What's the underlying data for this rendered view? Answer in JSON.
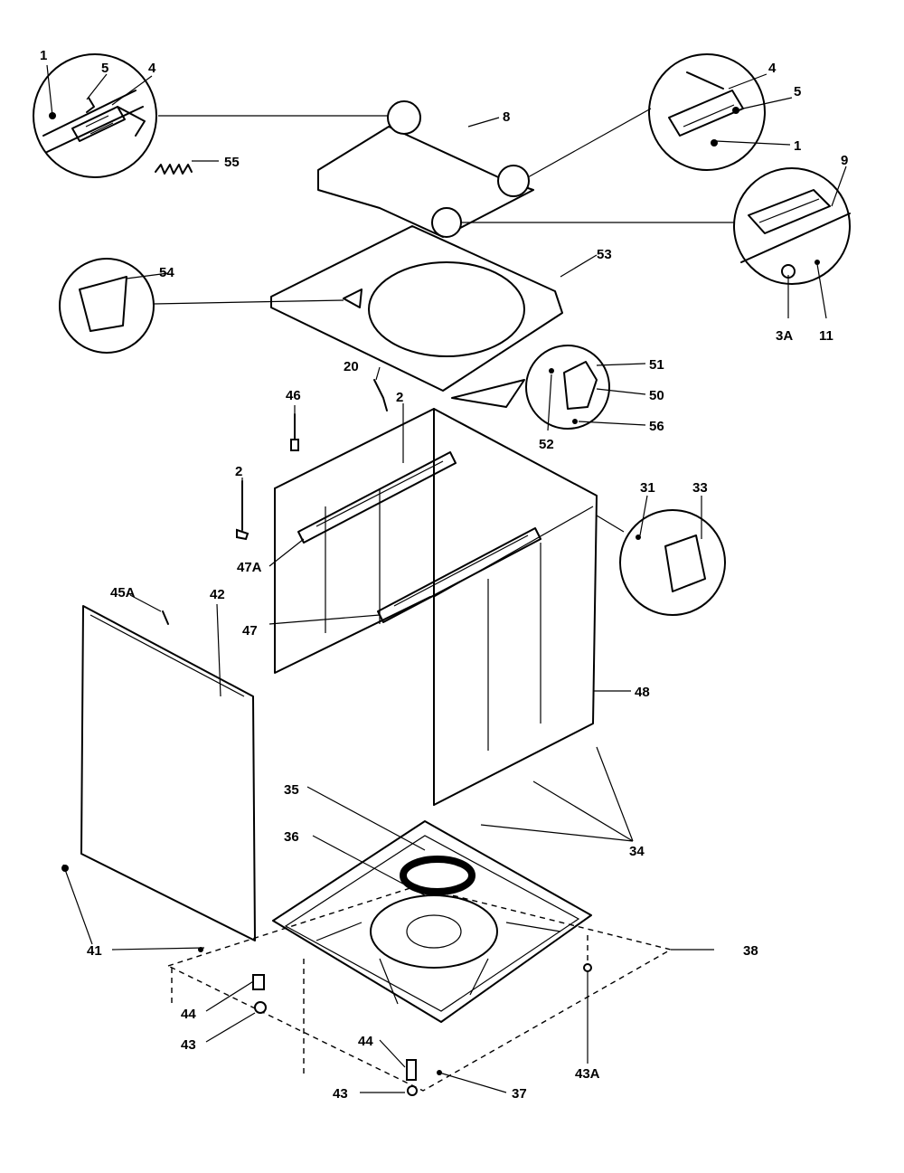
{
  "labels": {
    "l1a": "1",
    "l5a": "5",
    "l4a": "4",
    "l55": "55",
    "l8": "8",
    "l4b": "4",
    "l5b": "5",
    "l1b": "1",
    "l9": "9",
    "l3A": "3A",
    "l11": "11",
    "l53": "53",
    "l54": "54",
    "l51": "51",
    "l50": "50",
    "l56": "56",
    "l52": "52",
    "l20": "20",
    "l46": "46",
    "l2a": "2",
    "l2b": "2",
    "l31": "31",
    "l33": "33",
    "l47A": "47A",
    "l47": "47",
    "l45A": "45A",
    "l42": "42",
    "l48": "48",
    "l35": "35",
    "l36": "36",
    "l34": "34",
    "l41": "41",
    "l38": "38",
    "l44a": "44",
    "l43a": "43",
    "l44b": "44",
    "l43b": "43",
    "l43A": "43A",
    "l37": "37"
  },
  "colors": {
    "ink": "#000000",
    "paper": "#ffffff"
  }
}
